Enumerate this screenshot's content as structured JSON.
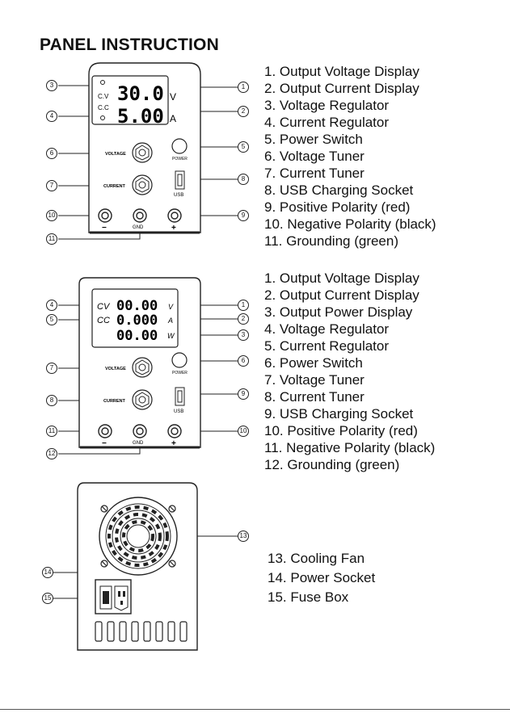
{
  "title": "PANEL INSTRUCTION",
  "panel1": {
    "display_v": "30.0",
    "display_a": "5.00",
    "unit_v": "V",
    "unit_a": "A",
    "cv": "C.V",
    "cc": "C.C",
    "knob_voltage": "VOLTAGE",
    "knob_current": "CURRENT",
    "power": "POWER",
    "usb": "USB",
    "gnd": "GND",
    "minus": "−",
    "plus": "+",
    "callouts": [
      "1",
      "2",
      "3",
      "4",
      "5",
      "6",
      "7",
      "8",
      "9",
      "10",
      "11"
    ],
    "items": [
      "1.  Output Voltage Display",
      "2.  Output Current Display",
      "3.  Voltage Regulator",
      "4.  Current Regulator",
      "5.  Power Switch",
      "6.  Voltage Tuner",
      "7.  Current Tuner",
      "8.  USB Charging Socket",
      "9.  Positive Polarity (red)",
      "10.  Negative Polarity (black)",
      "11.  Grounding (green)"
    ]
  },
  "panel2": {
    "display_v": "00.00",
    "display_a": "0.000",
    "display_w": "00.00",
    "unit_v": "V",
    "unit_a": "A",
    "unit_w": "W",
    "cv": "CV",
    "cc": "CC",
    "knob_voltage": "VOLTAGE",
    "knob_current": "CURRENT",
    "power": "POWER",
    "usb": "USB",
    "gnd": "GND",
    "minus": "−",
    "plus": "+",
    "callouts": [
      "1",
      "2",
      "3",
      "4",
      "5",
      "6",
      "7",
      "8",
      "9",
      "10",
      "11",
      "12"
    ],
    "items": [
      "1.  Output Voltage Display",
      "2.  Output Current Display",
      "3.  Output Power Display",
      "4.  Voltage Regulator",
      "5.  Current Regulator",
      "6.  Power Switch",
      "7.  Voltage Tuner",
      "8.  Current Tuner",
      "9.  USB Charging Socket",
      "10.  Positive Polarity (red)",
      "11.  Negative Polarity (black)",
      "12.  Grounding (green)"
    ]
  },
  "panel3": {
    "callouts": [
      "13",
      "14",
      "15"
    ],
    "items": [
      "13.  Cooling Fan",
      "14.  Power Socket",
      "15.  Fuse Box"
    ]
  }
}
